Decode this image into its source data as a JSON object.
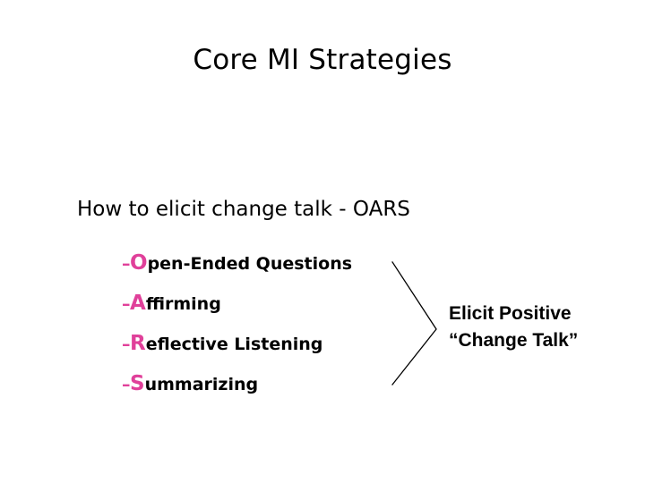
{
  "slide": {
    "title": "Core MI Strategies",
    "sub_heading": "How to elicit change talk - OARS",
    "accent_color": "#E0409A",
    "text_color": "#000000",
    "background_color": "#FFFFFF"
  },
  "oars": {
    "items": [
      {
        "dash": "–",
        "initial": "O",
        "rest": "pen-Ended Questions",
        "full": "–Open-Ended Questions"
      },
      {
        "dash": "–",
        "initial": "A",
        "rest": "ffirming",
        "full": "–Affirming"
      },
      {
        "dash": "–",
        "initial": "R",
        "rest": "eflective Listening",
        "full": "–Reflective Listening"
      },
      {
        "dash": "–",
        "initial": "S",
        "rest": "ummarizing",
        "full": "–Summarizing"
      }
    ]
  },
  "callout": {
    "line1": "Elicit Positive",
    "line2": "“Change Talk”"
  },
  "connector": {
    "icon": "chevron-right-brace",
    "color": "#000000"
  }
}
